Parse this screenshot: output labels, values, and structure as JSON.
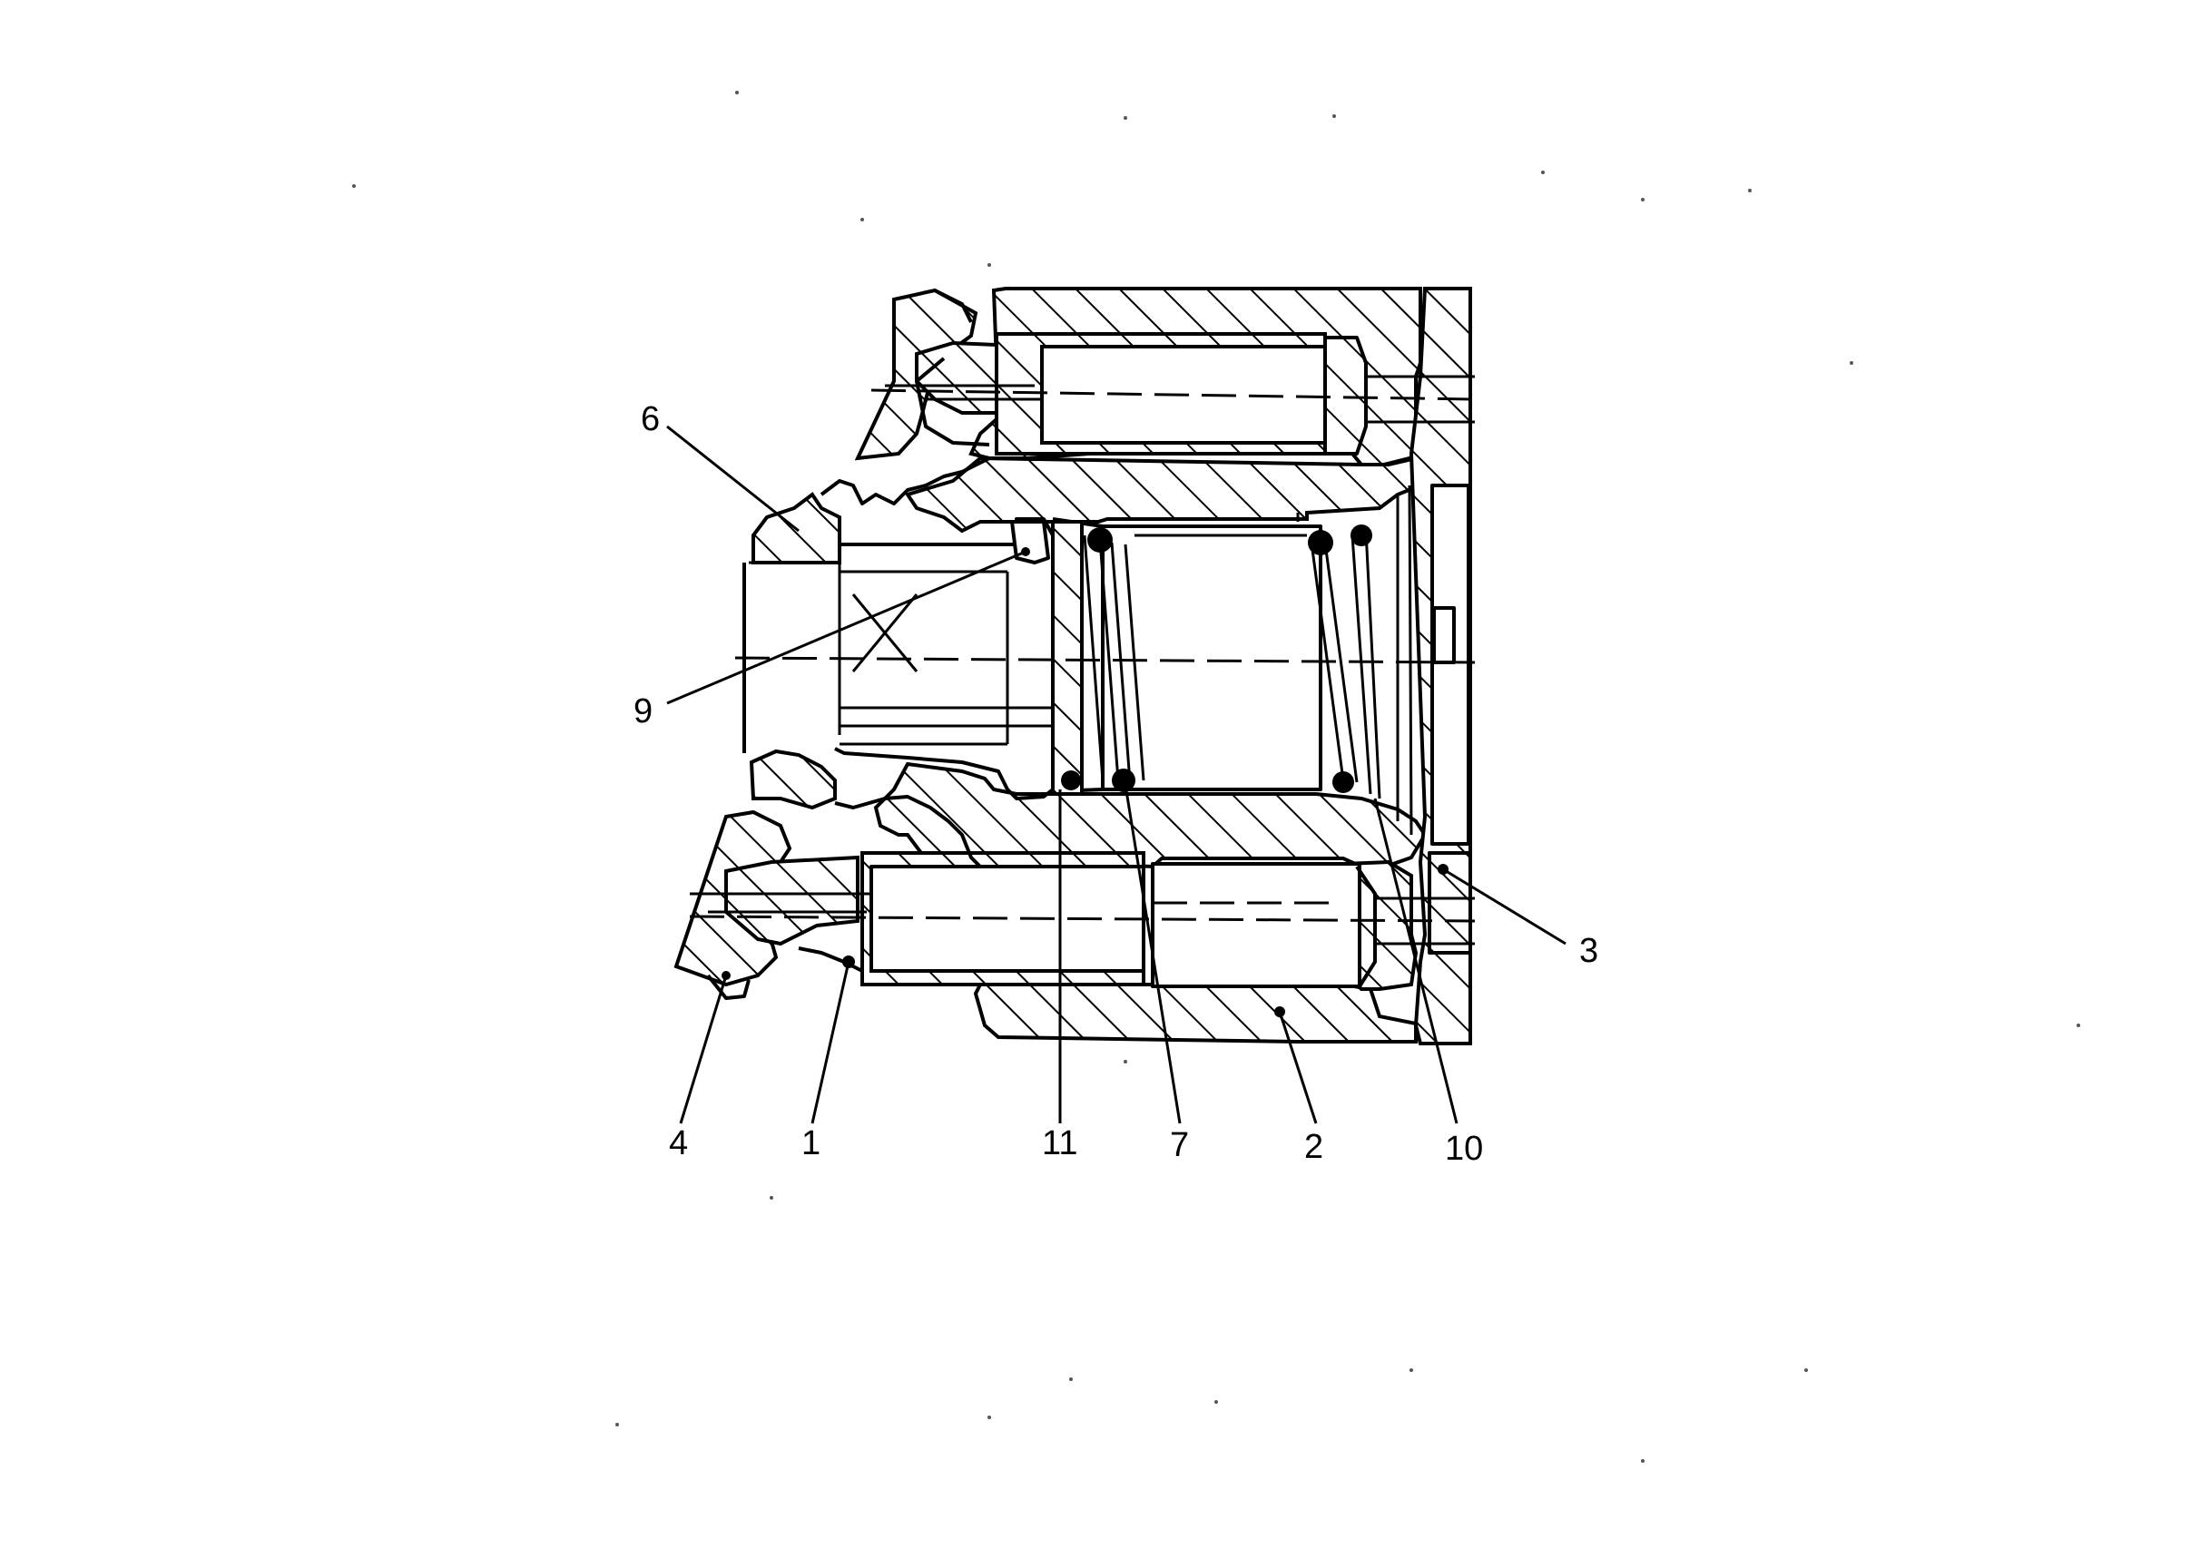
{
  "labels": {
    "l1": "1",
    "l2": "2",
    "l3": "3",
    "l4": "4",
    "l6": "6",
    "l7": "7",
    "l9": "9",
    "l10": "10",
    "l11": "11"
  },
  "colors": {
    "ink": "#000000",
    "paper": "#ffffff"
  }
}
